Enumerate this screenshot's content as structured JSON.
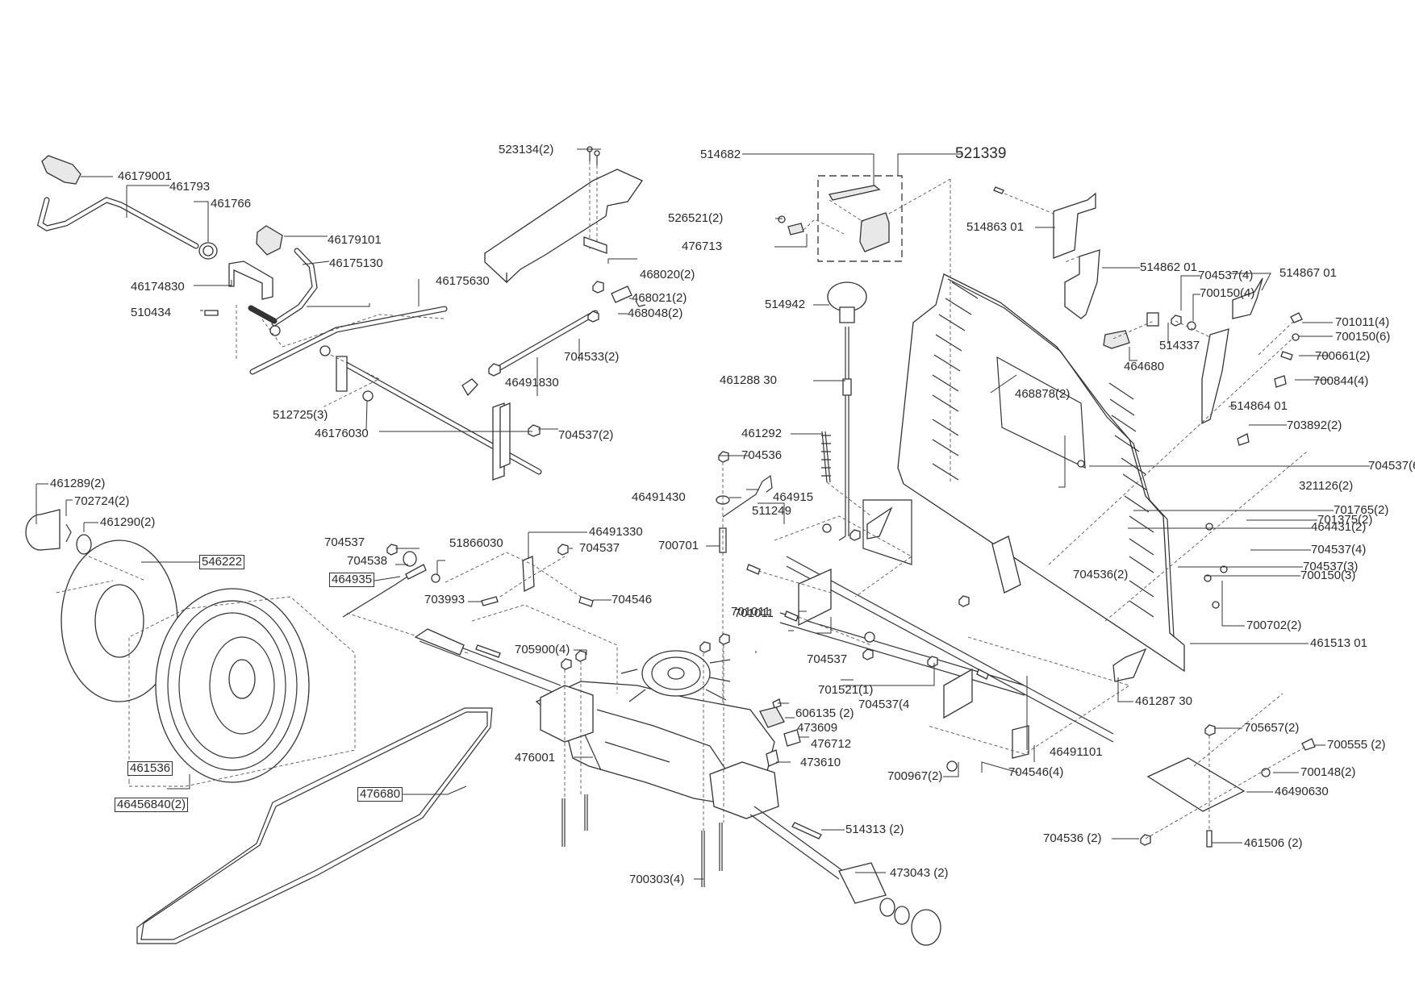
{
  "diagram": {
    "title": "Exploded parts diagram – pedals, shift control, rear panel, chassis frame, transaxle, wheels and drive belt",
    "groups": {
      "pedal_assembly": [
        {
          "id": "p1",
          "text": "46179001"
        },
        {
          "id": "p2",
          "text": "461793"
        },
        {
          "id": "p3",
          "text": "461766"
        },
        {
          "id": "p4",
          "text": "46179101"
        },
        {
          "id": "p5",
          "text": "46175130"
        },
        {
          "id": "p6",
          "text": "46174830"
        },
        {
          "id": "p7",
          "text": "510434"
        },
        {
          "id": "p8",
          "text": "46175630"
        },
        {
          "id": "p9",
          "text": "512725(3)"
        },
        {
          "id": "p10",
          "text": "46176030"
        }
      ],
      "footrest_linkage": [
        {
          "id": "l1",
          "text": "523134(2)"
        },
        {
          "id": "l2",
          "text": "468020(2)"
        },
        {
          "id": "l3",
          "text": "468021(2)"
        },
        {
          "id": "l4",
          "text": "468048(2)"
        },
        {
          "id": "l5",
          "text": "704533(2)"
        },
        {
          "id": "l6",
          "text": "46491830"
        },
        {
          "id": "l7",
          "text": "704537(2)"
        }
      ],
      "switch_kit": [
        {
          "id": "s1",
          "text": "514682"
        },
        {
          "id": "s2",
          "text": "521339",
          "emphasis": "large"
        },
        {
          "id": "s3",
          "text": "526521(2)"
        },
        {
          "id": "s4",
          "text": "476713"
        }
      ],
      "shift_lever": [
        {
          "id": "k1",
          "text": "514942"
        },
        {
          "id": "k2",
          "text": "461288 30"
        },
        {
          "id": "k3",
          "text": "461292"
        },
        {
          "id": "k4",
          "text": "704536"
        },
        {
          "id": "k5",
          "text": "46491430"
        },
        {
          "id": "k6",
          "text": "464915"
        },
        {
          "id": "k7",
          "text": "511249"
        },
        {
          "id": "k8",
          "text": "700701"
        }
      ],
      "rear_panel": [
        {
          "id": "r1",
          "text": "514863 01"
        },
        {
          "id": "r2",
          "text": "514862 01"
        },
        {
          "id": "r3",
          "text": "704537(4)"
        },
        {
          "id": "r4",
          "text": "514867 01"
        },
        {
          "id": "r5",
          "text": "700150(4)"
        },
        {
          "id": "r6",
          "text": "514337"
        },
        {
          "id": "r7",
          "text": "464680"
        },
        {
          "id": "r8",
          "text": "701011(4)"
        },
        {
          "id": "r9",
          "text": "700150(6)"
        },
        {
          "id": "r10",
          "text": "700661(2)"
        },
        {
          "id": "r11",
          "text": "700844(4)"
        },
        {
          "id": "r12",
          "text": "514864 01"
        },
        {
          "id": "r13",
          "text": "468878(2)"
        },
        {
          "id": "r14",
          "text": "703892(2)"
        },
        {
          "id": "r15",
          "text": "704537(6)"
        },
        {
          "id": "r16",
          "text": "321126(2)"
        },
        {
          "id": "r17",
          "text": "701765(2)"
        },
        {
          "id": "r18",
          "text": "701375(2)"
        },
        {
          "id": "r19",
          "text": "464431(2)"
        },
        {
          "id": "r20",
          "text": "704537(4)"
        },
        {
          "id": "r21",
          "text": "704536(2)"
        },
        {
          "id": "r22",
          "text": "704537(3)"
        },
        {
          "id": "r23",
          "text": "700150(3)"
        },
        {
          "id": "r24",
          "text": "700702(2)"
        },
        {
          "id": "r25",
          "text": "461513 01"
        }
      ],
      "chassis_frame": [
        {
          "id": "c1",
          "text": "701011"
        },
        {
          "id": "c2",
          "text": "704537"
        },
        {
          "id": "c3",
          "text": "701521(1)"
        },
        {
          "id": "c4",
          "text": "704537(4"
        },
        {
          "id": "c5",
          "text": "461287 30"
        },
        {
          "id": "c6",
          "text": "46491101"
        },
        {
          "id": "c7",
          "text": "700967(2)"
        },
        {
          "id": "c8",
          "text": "704546(4)"
        }
      ],
      "bracket_plate": [
        {
          "id": "b1",
          "text": "705657(2)"
        },
        {
          "id": "b2",
          "text": "700555 (2)"
        },
        {
          "id": "b3",
          "text": "700148(2)"
        },
        {
          "id": "b4",
          "text": "46490630"
        },
        {
          "id": "b5",
          "text": "704536 (2)"
        },
        {
          "id": "b6",
          "text": "461506 (2)"
        }
      ],
      "wheels": [
        {
          "id": "w1",
          "text": "461289(2)"
        },
        {
          "id": "w2",
          "text": "702724(2)"
        },
        {
          "id": "w3",
          "text": "461290(2)"
        },
        {
          "id": "w4",
          "text": "546222",
          "boxed": true
        },
        {
          "id": "w5",
          "text": "461536",
          "boxed": true
        },
        {
          "id": "w6",
          "text": "46456840(2)",
          "boxed": true
        }
      ],
      "cable_bracket": [
        {
          "id": "a1",
          "text": "704537"
        },
        {
          "id": "a2",
          "text": "704538"
        },
        {
          "id": "a3",
          "text": "464935",
          "boxed": true
        },
        {
          "id": "a4",
          "text": "51866030"
        },
        {
          "id": "a5",
          "text": "46491330"
        },
        {
          "id": "a6",
          "text": "704537"
        },
        {
          "id": "a7",
          "text": "703993"
        },
        {
          "id": "a8",
          "text": "704546"
        }
      ],
      "transaxle": [
        {
          "id": "t1",
          "text": "705900(4)"
        },
        {
          "id": "t2",
          "text": "701011"
        },
        {
          "id": "t3",
          "text": "606135 (2)"
        },
        {
          "id": "t4",
          "text": "473609"
        },
        {
          "id": "t5",
          "text": "476712"
        },
        {
          "id": "t6",
          "text": "476001"
        },
        {
          "id": "t7",
          "text": "473610"
        },
        {
          "id": "t8",
          "text": "476680",
          "boxed": true
        },
        {
          "id": "t9",
          "text": "514313 (2)"
        },
        {
          "id": "t10",
          "text": "700303(4)"
        },
        {
          "id": "t11",
          "text": "473043 (2)"
        }
      ]
    }
  }
}
